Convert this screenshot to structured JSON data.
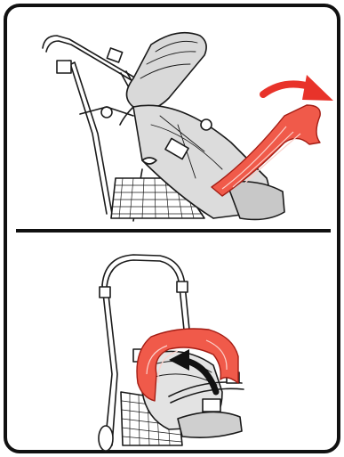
{
  "panels": [
    {
      "id": "top",
      "description_icon": "stroller-canopy-fold-back",
      "arrow_color": "#e8332a",
      "canopy_color": "#f05a4a"
    },
    {
      "id": "bottom",
      "description_icon": "stroller-canopy-fold-forward",
      "arrow_color": "#e8332a",
      "canopy_color": "#f05a4a"
    }
  ],
  "colors": {
    "line": "#1a1a1a",
    "divider": "#111111",
    "accent": "#e8332a",
    "fabric_gray": "#cfcfcf"
  }
}
